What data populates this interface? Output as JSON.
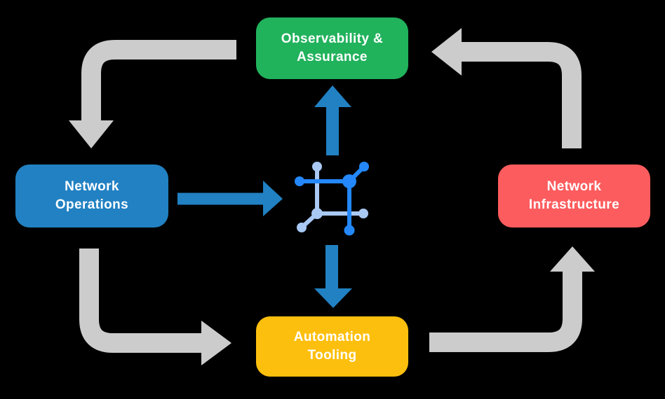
{
  "theme": {
    "background": "#000000",
    "arrow-gray": "#cccccc",
    "arrow-blue": "#2181c3",
    "node-green": "#21b25c",
    "node-blue": "#2181c3",
    "node-red": "#fd5c5e",
    "node-yellow": "#fdbf0e",
    "icon-blue": "#2488fb",
    "icon-light-blue": "#a9c9f4",
    "label-text": "#ffffff"
  },
  "nodes": {
    "observability": {
      "label": "Observability &\nAssurance",
      "color": "#21b25c"
    },
    "operations": {
      "label": "Network\nOperations",
      "color": "#2181c3"
    },
    "infrastructure": {
      "label": "Network\nInfrastructure",
      "color": "#fd5c5e"
    },
    "tooling": {
      "label": "Automation\nTooling",
      "color": "#fdbf0e"
    }
  },
  "center_icon": {
    "name": "network-mesh-icon"
  },
  "edges": [
    {
      "from": "observability",
      "to": "operations",
      "style": "gray-elbow"
    },
    {
      "from": "operations",
      "to": "tooling",
      "style": "gray-elbow"
    },
    {
      "from": "infrastructure",
      "to": "observability",
      "style": "gray-elbow"
    },
    {
      "from": "tooling",
      "to": "infrastructure",
      "style": "gray-elbow"
    },
    {
      "from": "operations",
      "to": "center-icon",
      "style": "blue-straight"
    },
    {
      "from": "center-icon",
      "to": "observability",
      "style": "blue-straight"
    },
    {
      "from": "center-icon",
      "to": "tooling",
      "style": "blue-straight"
    }
  ]
}
